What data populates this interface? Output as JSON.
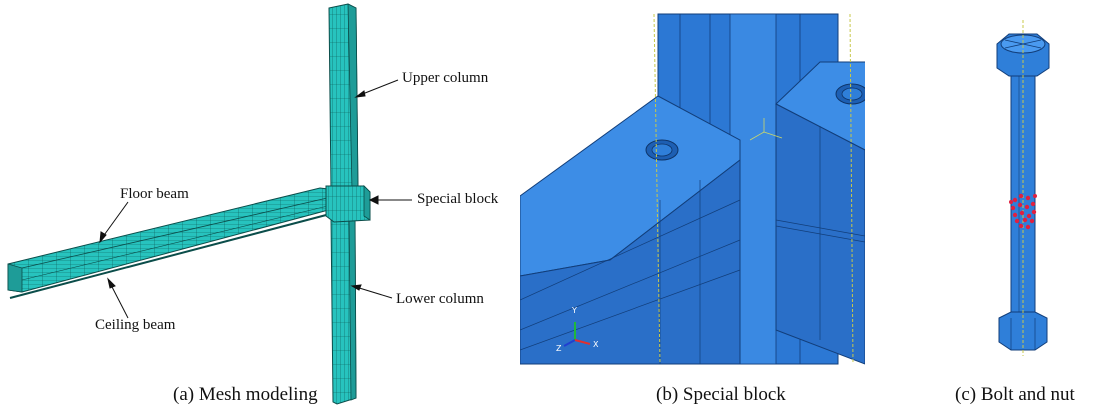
{
  "panels": {
    "a": {
      "caption": "(a) Mesh modeling",
      "labels": {
        "upper_column": "Upper column",
        "floor_beam": "Floor beam",
        "special_block": "Special block",
        "lower_column": "Lower column",
        "ceiling_beam": "Ceiling beam"
      },
      "mesh_color": "#26c2bd",
      "mesh_line_color": "#0b4d4a"
    },
    "b": {
      "caption": "(b) Special block",
      "triad": {
        "y": "Y",
        "z": "Z",
        "x": "X"
      },
      "fill_color": "#2f7fd9",
      "centerline_color": "#c8c84a"
    },
    "c": {
      "caption": "(c) Bolt and nut",
      "fill_color": "#2f7fd9",
      "node_highlight_color": "#e02040"
    }
  }
}
